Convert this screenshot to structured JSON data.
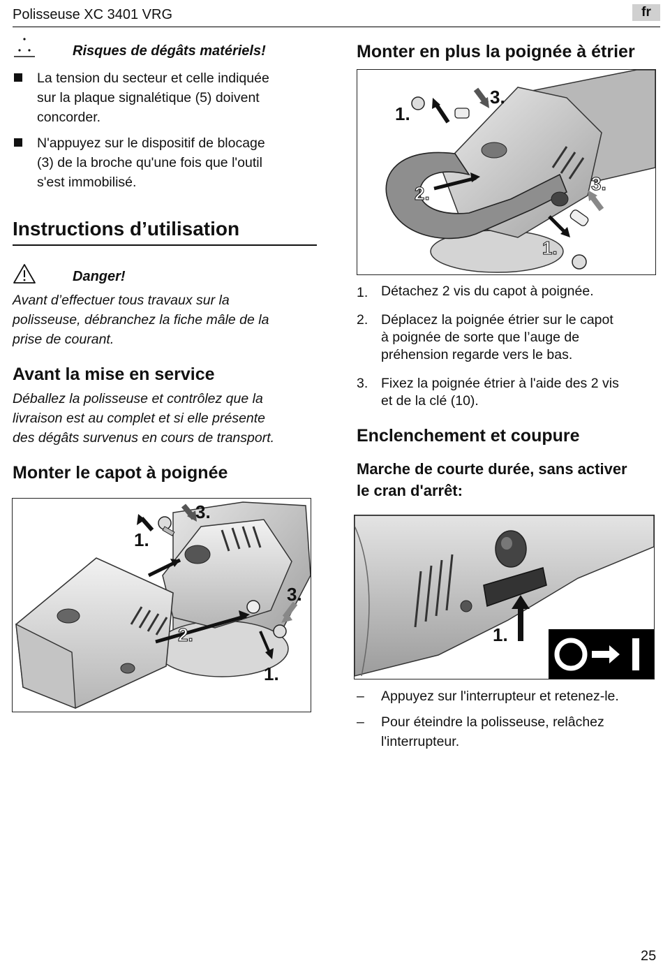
{
  "header": {
    "title": "Polisseuse XC 3401 VRG",
    "lang": "fr",
    "page_number": "25"
  },
  "left": {
    "material_warning": {
      "title": "Risques de dégâts matériels!",
      "bullets": [
        [
          "La tension du secteur et celle indiquée",
          "sur la plaque signalétique (5) doivent",
          "concorder."
        ],
        [
          "N'appuyez sur le dispositif de blocage",
          "(3) de la broche qu'une fois que l'outil",
          "s'est immobilisé."
        ]
      ]
    },
    "instructions": {
      "heading": "Instructions d’utilisation",
      "danger_title": "Danger!",
      "danger_lines": [
        "Avant d’effectuer tous travaux sur la",
        "polisseuse, débranchez la fiche mâle de la",
        "prise de courant."
      ]
    },
    "before_use": {
      "heading": "Avant la mise en service",
      "lines": [
        "Déballez la polisseuse et contrôlez que la",
        "livraison est au complet et si elle présente",
        "des dégâts survenus en cours de transport."
      ]
    },
    "mount_cap": {
      "heading": "Monter le capot à poignée",
      "figure_labels": [
        "1.",
        "2.",
        "3.",
        "3.",
        "1."
      ]
    }
  },
  "right": {
    "mount_handle": {
      "heading": "Monter en plus la poignée à étrier",
      "figure_labels": [
        "1.",
        "3.",
        "2.",
        "3.",
        "1."
      ],
      "steps": [
        {
          "num": "1.",
          "lines": [
            "Détachez 2 vis du capot à poignée."
          ]
        },
        {
          "num": "2.",
          "lines": [
            "Déplacez la poignée étrier sur le capot",
            "à poignée de sorte que l’auge de",
            "préhension regarde vers le bas."
          ]
        },
        {
          "num": "3.",
          "lines": [
            "Fixez la poignée étrier à l'aide des 2 vis",
            "et de la clé (10)."
          ]
        }
      ]
    },
    "switching": {
      "heading": "Enclenchement et coupure",
      "subheading_lines": [
        "Marche de courte durée, sans activer",
        "le cran d'arrêt:"
      ],
      "figure_label": "1.",
      "items": [
        {
          "dash": "–",
          "lines": [
            "Appuyez sur l'interrupteur et retenez-le."
          ]
        },
        {
          "dash": "–",
          "lines": [
            "Pour éteindre la polisseuse, relâchez",
            "l'interrupteur."
          ]
        }
      ]
    }
  }
}
